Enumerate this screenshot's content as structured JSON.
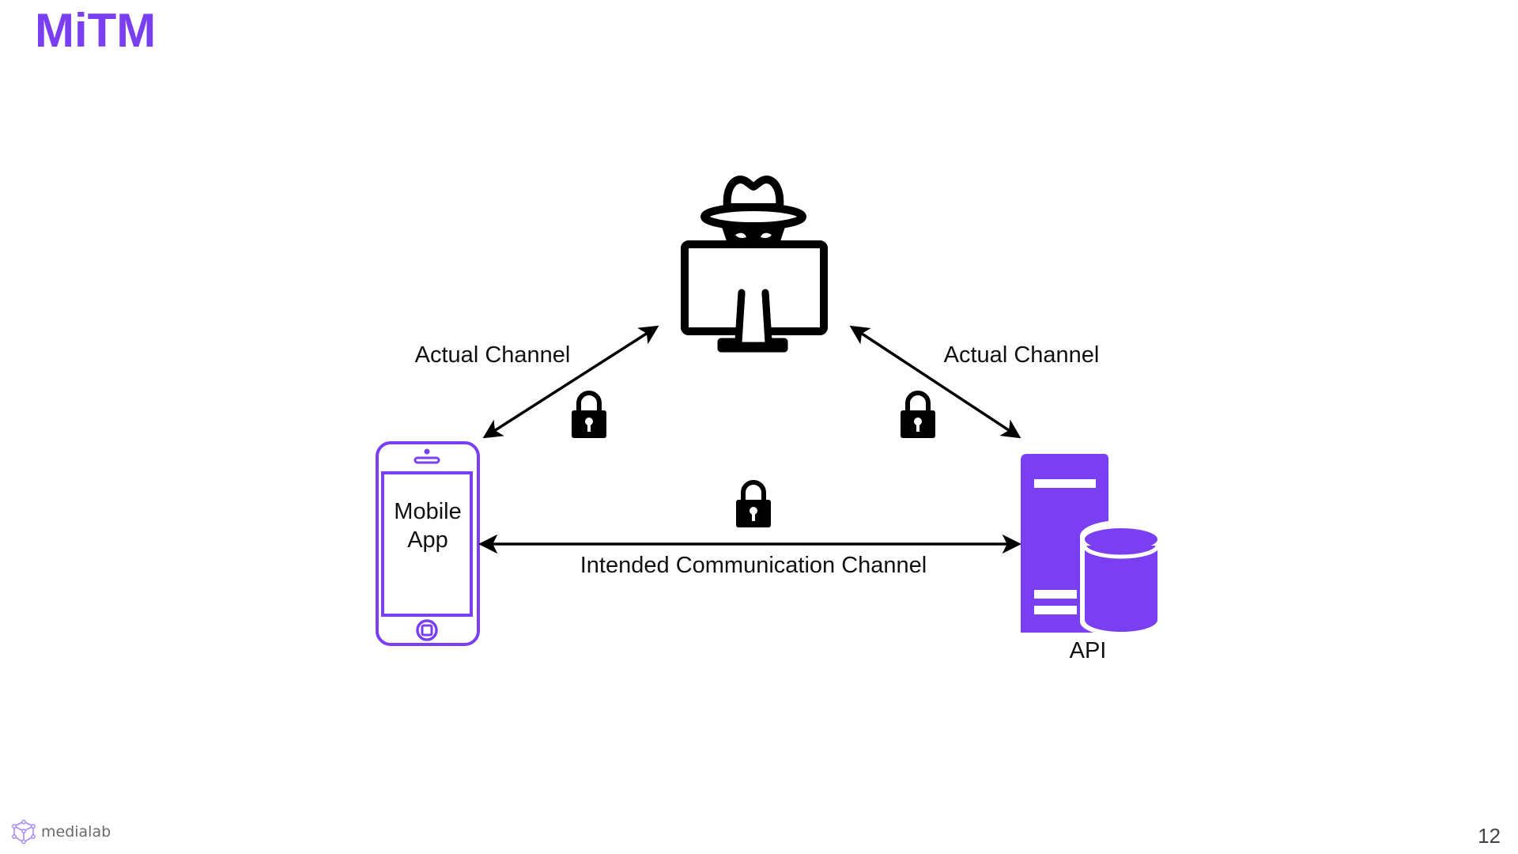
{
  "slide": {
    "title": "MiTM",
    "page_number": "12",
    "accent_color": "#7B3FF2"
  },
  "diagram": {
    "nodes": {
      "attacker": {
        "icon": "hacker-monitor-icon"
      },
      "mobile_app": {
        "label_line1": "Mobile",
        "label_line2": "App",
        "icon": "smartphone-icon"
      },
      "api": {
        "label": "API",
        "icon": "server-database-icon"
      }
    },
    "edges": {
      "left_channel": {
        "label": "Actual Channel",
        "icon": "lock-icon"
      },
      "right_channel": {
        "label": "Actual Channel",
        "icon": "lock-icon"
      },
      "intended_channel": {
        "label": "Intended Communication Channel",
        "icon": "lock-icon"
      }
    }
  },
  "footer": {
    "brand": "medialab",
    "logo_icon": "cube-network-icon"
  }
}
